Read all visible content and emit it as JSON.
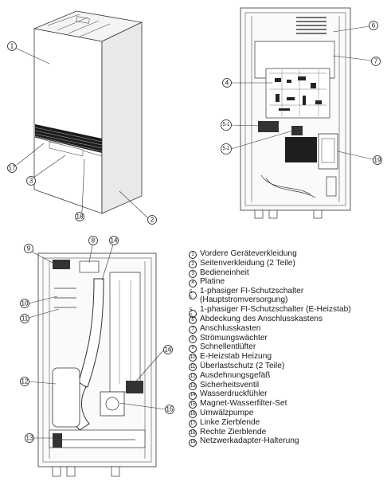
{
  "figures": {
    "exterior": {
      "callouts": [
        {
          "id": "c1",
          "num": "1"
        },
        {
          "id": "c2",
          "num": "2"
        },
        {
          "id": "c3",
          "num": "3"
        },
        {
          "id": "c17",
          "num": "17"
        },
        {
          "id": "c18",
          "num": "18"
        }
      ]
    },
    "interior_top": {
      "callouts": [
        {
          "id": "c6",
          "num": "6"
        },
        {
          "id": "c7",
          "num": "7"
        },
        {
          "id": "c4",
          "num": "4"
        },
        {
          "id": "c51",
          "num": "5-1"
        },
        {
          "id": "c52",
          "num": "5-2"
        },
        {
          "id": "c19",
          "num": "19"
        }
      ]
    },
    "interior_bottom": {
      "callouts": [
        {
          "id": "c9",
          "num": "9"
        },
        {
          "id": "c8",
          "num": "8"
        },
        {
          "id": "c14",
          "num": "14"
        },
        {
          "id": "c10",
          "num": "10"
        },
        {
          "id": "c11",
          "num": "11"
        },
        {
          "id": "c12",
          "num": "12"
        },
        {
          "id": "c16",
          "num": "16"
        },
        {
          "id": "c15",
          "num": "15"
        },
        {
          "id": "c13",
          "num": "13"
        }
      ]
    }
  },
  "legend": [
    {
      "num": "1",
      "label": "Vordere Geräteverkleidung"
    },
    {
      "num": "2",
      "label": "Seitenverkleidung (2 Teile)"
    },
    {
      "num": "3",
      "label": "Bedieneinheit"
    },
    {
      "num": "4",
      "label": "Platine"
    },
    {
      "num": "5-1",
      "label": "1-phasiger FI-Schutzschalter\n(Hauptstromversorgung)"
    },
    {
      "num": "5-2",
      "label": "1-phasiger FI-Schutzschalter (E-Heizstab)"
    },
    {
      "num": "6",
      "label": "Abdeckung des Anschlusskastens"
    },
    {
      "num": "7",
      "label": "Anschlusskasten"
    },
    {
      "num": "8",
      "label": "Strömungswächter"
    },
    {
      "num": "9",
      "label": "Schnellentlüfter"
    },
    {
      "num": "10",
      "label": "E-Heizstab Heizung"
    },
    {
      "num": "11",
      "label": "Überlastschutz (2 Teile)"
    },
    {
      "num": "12",
      "label": "Ausdehnungsgefäß"
    },
    {
      "num": "13",
      "label": "Sicherheitsventil"
    },
    {
      "num": "14",
      "label": "Wasserdruckfühler"
    },
    {
      "num": "15",
      "label": "Magnet-Wasserfilter-Set"
    },
    {
      "num": "16",
      "label": "Umwälzpumpe"
    },
    {
      "num": "17",
      "label": "Linke Zierblende"
    },
    {
      "num": "18",
      "label": "Rechte Zierblende"
    },
    {
      "num": "19",
      "label": "Netzwerkadapter-Halterung"
    }
  ]
}
